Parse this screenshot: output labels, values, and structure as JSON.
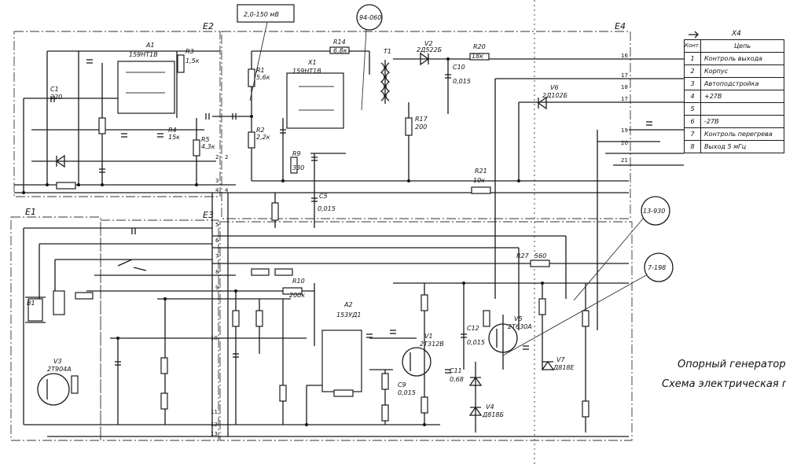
{
  "annotations": {
    "meter_range": "2,0-150 мВ",
    "bubble_top": "94-060",
    "bubble_right1": "13-930",
    "bubble_right2": "7-198"
  },
  "blocks": {
    "e1": "E1",
    "e2": "E2",
    "e3": "E3",
    "e4": "E4"
  },
  "connector": {
    "name": "X4",
    "col_contact": "Конт.",
    "col_circuit": "Цепь",
    "rows": [
      {
        "num": "1",
        "circuit": "Контроль выхода"
      },
      {
        "num": "2",
        "circuit": "Корпус"
      },
      {
        "num": "3",
        "circuit": "Автоподстройка"
      },
      {
        "num": "4",
        "circuit": "+27В"
      },
      {
        "num": "5",
        "circuit": ""
      },
      {
        "num": "6",
        "circuit": "-27В"
      },
      {
        "num": "7",
        "circuit": "Контроль перегрева"
      },
      {
        "num": "8",
        "circuit": "Выход 5 мГц"
      }
    ]
  },
  "components": {
    "a1": "A1",
    "a1_type": "159НТ1В",
    "x1": "X1",
    "x1_type": "159НТ1В",
    "a2": "A2",
    "a2_type": "153УД1",
    "t1": "T1",
    "r1": "R1",
    "r1v": "5,6к",
    "r2": "R2",
    "r2v": "2,2к",
    "r3": "R3",
    "r3v": "1,5к",
    "r4": "R4",
    "r4v": "15к",
    "r5": "R5",
    "r5v": "4,3к",
    "r9": "R9",
    "r9v": "330",
    "r10": "R10",
    "r10v": "200к",
    "r14": "R14",
    "r14v": "6,8к",
    "r17": "R17",
    "r17v": "200",
    "r20": "R20",
    "r20v": "18к",
    "r21": "R21",
    "r21v": "10к",
    "r27": "R27",
    "r27v": "560",
    "c1": "C1",
    "c1v": "220",
    "c5": "C5",
    "c5v": "0,015",
    "c9": "C9",
    "c9v": "0,015",
    "c10": "C10",
    "c10v": "0,015",
    "c11": "C11",
    "c11v": "0,68",
    "c12": "C12",
    "c12v": "0,015",
    "v1": "V1",
    "v1_type": "2Т312В",
    "v2": "V2",
    "v2_type": "2Д522Б",
    "v3": "V3",
    "v3_type": "2Т904А",
    "v4": "V4",
    "v4_type": "Д818Б",
    "v5": "V5",
    "v5_type": "2Т630А",
    "v6": "V6",
    "v6_type": "2Д102Б",
    "v7": "V7",
    "v7_type": "Д818Е",
    "b1": "B1"
  },
  "caption": {
    "line1": "Опорный генератор",
    "line2": "Схема электрическая п"
  }
}
